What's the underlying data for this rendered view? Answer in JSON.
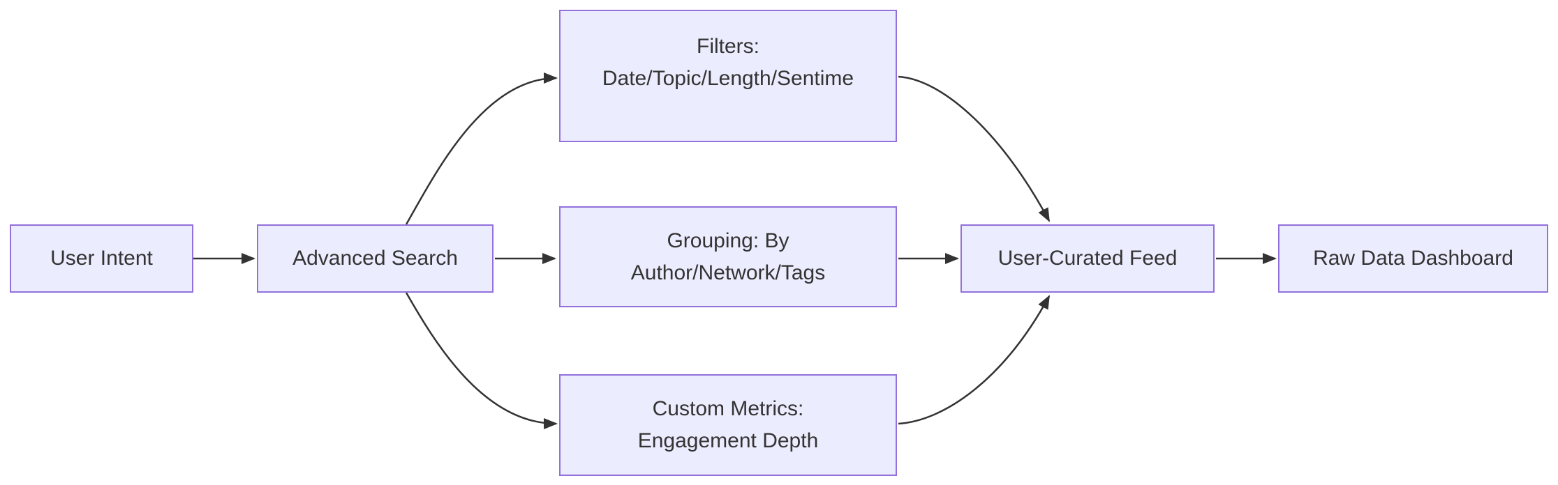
{
  "diagram": {
    "type": "flowchart",
    "direction": "left-to-right",
    "colors": {
      "node_fill": "#ECECFF",
      "node_border": "#9370DB",
      "edge_stroke": "#333333",
      "text": "#333333",
      "background": "#ffffff"
    },
    "nodes": [
      {
        "id": "user-intent",
        "lines": [
          "User Intent"
        ]
      },
      {
        "id": "advanced-search",
        "lines": [
          "Advanced Search"
        ]
      },
      {
        "id": "filters",
        "lines": [
          "Filters:",
          "Date/Topic/Length/Sentime"
        ]
      },
      {
        "id": "grouping",
        "lines": [
          "Grouping: By",
          "Author/Network/Tags"
        ]
      },
      {
        "id": "custom-metrics",
        "lines": [
          "Custom Metrics:",
          "Engagement Depth"
        ]
      },
      {
        "id": "user-curated-feed",
        "lines": [
          "User-Curated Feed"
        ]
      },
      {
        "id": "raw-data-dashboard",
        "lines": [
          "Raw Data Dashboard"
        ]
      }
    ],
    "edges": [
      {
        "from": "user-intent",
        "to": "advanced-search"
      },
      {
        "from": "advanced-search",
        "to": "filters"
      },
      {
        "from": "advanced-search",
        "to": "grouping"
      },
      {
        "from": "advanced-search",
        "to": "custom-metrics"
      },
      {
        "from": "filters",
        "to": "user-curated-feed"
      },
      {
        "from": "grouping",
        "to": "user-curated-feed"
      },
      {
        "from": "custom-metrics",
        "to": "user-curated-feed"
      },
      {
        "from": "user-curated-feed",
        "to": "raw-data-dashboard"
      }
    ]
  }
}
